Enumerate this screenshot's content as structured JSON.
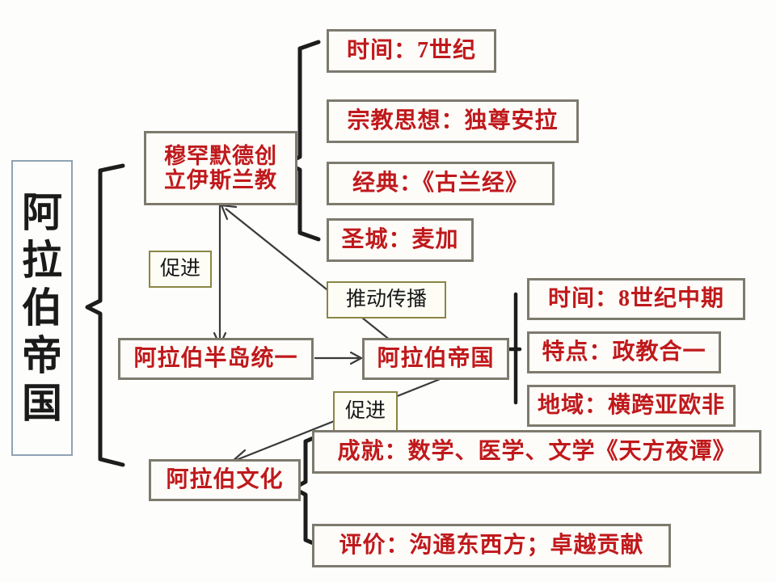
{
  "diagram": {
    "title": "阿拉伯帝国",
    "title_chars": [
      "阿",
      "拉",
      "伯",
      "帝",
      "国"
    ],
    "colors": {
      "red_text": "#c0191c",
      "gray_border": "#7d7a6e",
      "olive_border": "#8a8645",
      "title_border": "#8fa3b3",
      "connector": "#1d1d1d",
      "arrow": "#3a3a3a",
      "background": "#fdfdfb"
    },
    "nodes": {
      "islam_founding": "穆罕默德创立伊斯兰教",
      "islam_founding_line1": "穆罕默德创",
      "islam_founding_line2": "立伊斯兰教",
      "peninsula_unified": "阿拉伯半岛统一",
      "arab_empire": "阿拉伯帝国",
      "arab_culture": "阿拉伯文化"
    },
    "islam_details": [
      "时间：7世纪",
      "宗教思想：独尊安拉",
      "经典：《古兰经》",
      "圣城：麦加"
    ],
    "empire_details": [
      "时间：8世纪中期",
      "特点：政教合一",
      "地域：横跨亚欧非"
    ],
    "culture_details": [
      "成就：数学、医学、文学《天方夜谭》",
      "评价：沟通东西方；卓越贡献"
    ],
    "edge_labels": {
      "promote_upper": "促进",
      "spread": "推动传播",
      "promote_lower": "促进"
    }
  }
}
